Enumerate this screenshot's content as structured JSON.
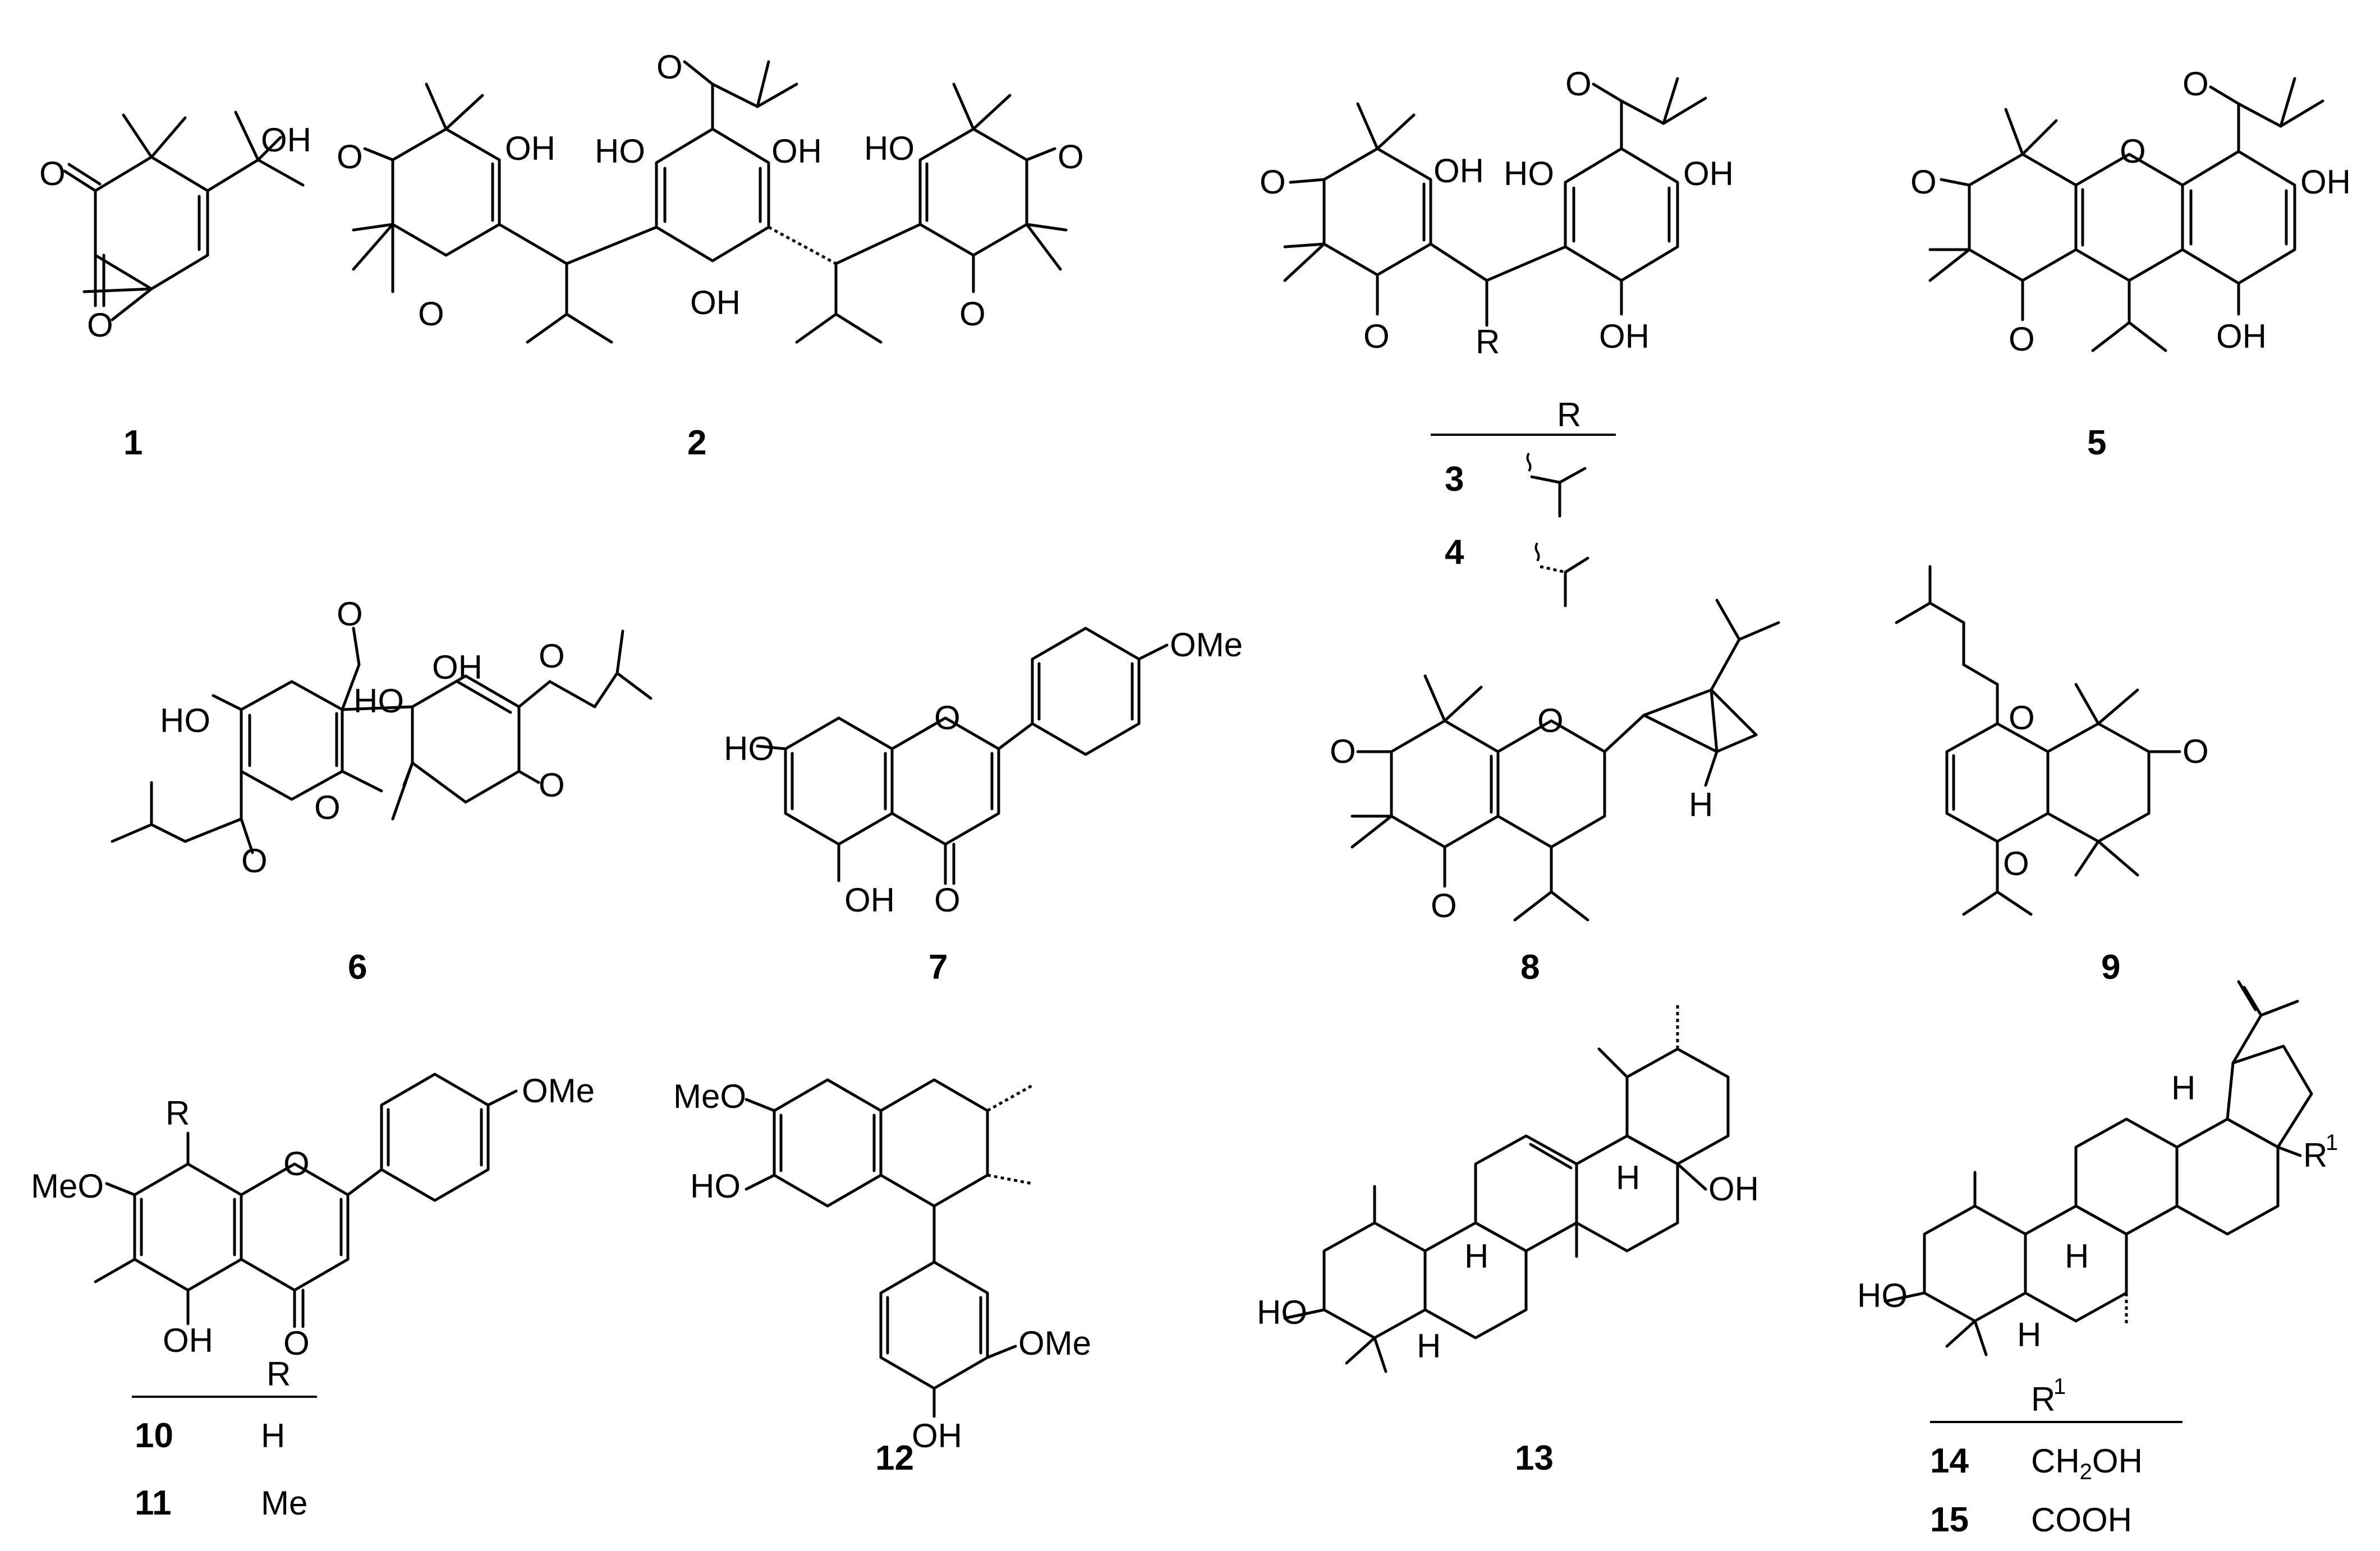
{
  "compounds": [
    {
      "id": "1",
      "label": "1"
    },
    {
      "id": "2",
      "label": "2"
    },
    {
      "id": "3",
      "label": "3"
    },
    {
      "id": "4",
      "label": "4"
    },
    {
      "id": "5",
      "label": "5"
    },
    {
      "id": "6",
      "label": "6"
    },
    {
      "id": "7",
      "label": "7"
    },
    {
      "id": "8",
      "label": "8"
    },
    {
      "id": "9",
      "label": "9"
    },
    {
      "id": "10",
      "label": "10"
    },
    {
      "id": "11",
      "label": "11"
    },
    {
      "id": "12",
      "label": "12"
    },
    {
      "id": "13",
      "label": "13"
    },
    {
      "id": "14",
      "label": "14"
    },
    {
      "id": "15",
      "label": "15"
    }
  ],
  "atoms": {
    "OH": "OH",
    "HO": "HO",
    "O": "O",
    "H": "H",
    "MeO": "MeO",
    "OMe": "OMe",
    "R": "R"
  },
  "tables": {
    "t34": {
      "header": "R"
    },
    "t1011": {
      "header": "R",
      "rows": [
        {
          "id": "10",
          "value": "H"
        },
        {
          "id": "11",
          "value": "Me"
        }
      ]
    },
    "t1415": {
      "header": "R",
      "header_sup": "1",
      "rows": [
        {
          "id": "14",
          "value": "CH",
          "value_sub": "2",
          "value_end": "OH"
        },
        {
          "id": "15",
          "value": "COOH"
        }
      ]
    }
  },
  "substituent_sup": "1"
}
